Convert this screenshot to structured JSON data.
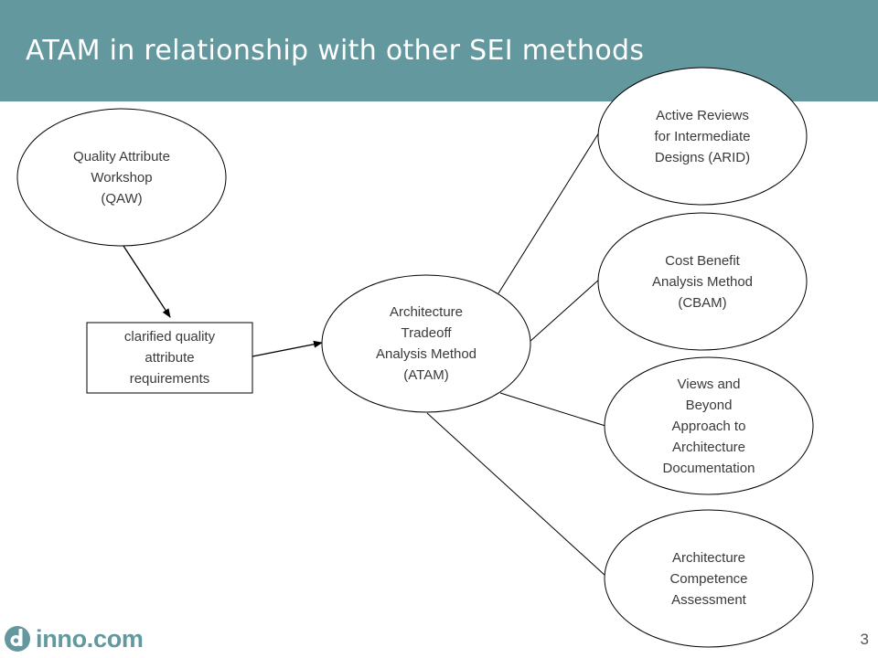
{
  "slide": {
    "title": "ATAM in relationship with other SEI methods",
    "page_number": "3"
  },
  "logo": {
    "text": "inno.com",
    "icon": "inno-logo-icon"
  },
  "colors": {
    "header": "#62989e",
    "logo": "#62989e",
    "stroke": "#000000",
    "node_text": "#3a3a3a"
  },
  "nodes": {
    "qaw": "Quality Attribute\nWorkshop\n(QAW)",
    "requirements": "clarified quality\nattribute\nrequirements",
    "atam": "Architecture\nTradeoff\nAnalysis Method\n(ATAM)",
    "arid": "Active Reviews\nfor Intermediate\nDesigns (ARID)",
    "cbam": "Cost Benefit\nAnalysis Method\n(CBAM)",
    "views": "Views and\nBeyond\nApproach to\nArchitecture\nDocumentation",
    "competence": "Architecture\nCompetence\nAssessment"
  }
}
